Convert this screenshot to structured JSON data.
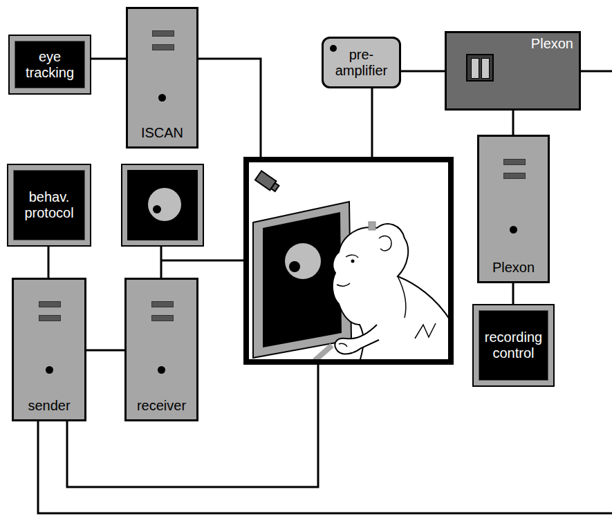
{
  "diagram": {
    "nodes": [
      {
        "text": [
          "eye tracking"
        ]
      },
      {
        "text": [
          "ISCAN"
        ]
      },
      {
        "text": [
          "pre- amplifier"
        ]
      },
      {
        "text": [
          "Plexon"
        ]
      },
      {
        "text": [
          "behav. protocol"
        ]
      },
      {
        "text": [
          "sender"
        ]
      },
      {
        "text": [
          "receiver"
        ]
      },
      {
        "text": [
          "Plexon"
        ]
      },
      {
        "text": [
          "recording control"
        ]
      }
    ],
    "edges": [
      {
        "from": 0,
        "to": 1,
        "arrow": "none"
      },
      {
        "from": 2,
        "to": 3,
        "arrow": "none"
      },
      {
        "from": 3,
        "to": 7,
        "arrow": "none"
      },
      {
        "from": 7,
        "to": 8,
        "arrow": "none"
      },
      {
        "from": 4,
        "to": 5,
        "arrow": "none"
      },
      {
        "from": 5,
        "to": 6,
        "arrow": "none"
      }
    ]
  }
}
